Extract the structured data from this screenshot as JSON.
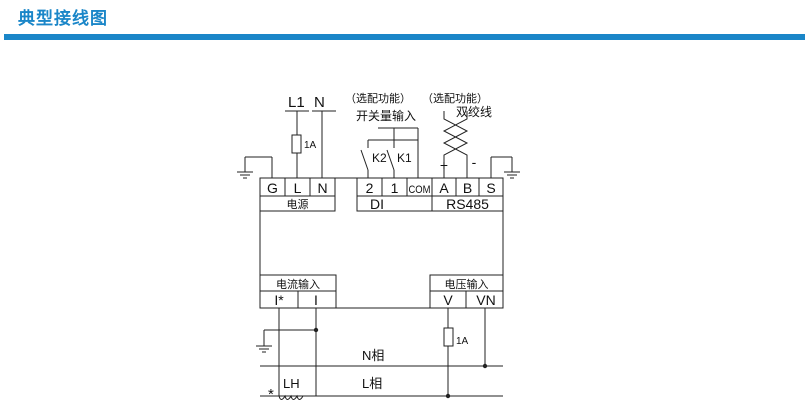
{
  "header": {
    "title": "典型接线图",
    "accent_color": "#1a86c8"
  },
  "supply": {
    "l1": "L1",
    "n": "N",
    "fuse_rating": "1A"
  },
  "options": {
    "di_option": "（选配功能）",
    "rs485_option": "（选配功能）",
    "di_title": "开关量输入",
    "rs485_cable": "双绞线"
  },
  "switches": {
    "k2": "K2",
    "k1": "K1"
  },
  "polarity": {
    "plus": "+",
    "minus": "-"
  },
  "terminals": {
    "power": [
      "G",
      "L",
      "N"
    ],
    "di": [
      "2",
      "1",
      "COM"
    ],
    "rs485": [
      "A",
      "B",
      "S"
    ],
    "current": [
      "I*",
      "I"
    ],
    "voltage": [
      "V",
      "VN"
    ]
  },
  "groups": {
    "power": "电源",
    "di": "DI",
    "rs485": "RS485",
    "current": "电流输入",
    "voltage": "电压输入"
  },
  "bottom": {
    "n_phase": "N相",
    "l_phase": "L相",
    "ct": "LH",
    "ct_mark": "*",
    "fuse_rating": "1A"
  }
}
